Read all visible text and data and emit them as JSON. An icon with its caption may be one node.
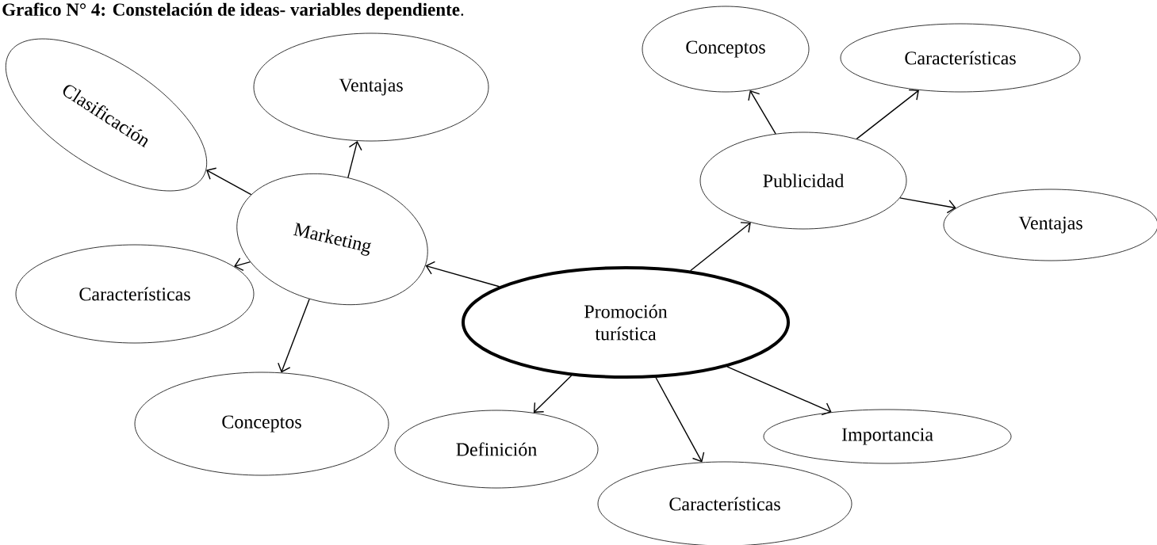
{
  "diagram": {
    "title": "**Grafico N° 4: Constelación de ideas- variables dependiente**.",
    "nodes": [
      {
        "text": [
          "Conceptos"
        ]
      },
      {
        "text": [
          "Características"
        ]
      },
      {
        "text": [
          "Ventajas"
        ]
      },
      {
        "text": [
          "Clasificación"
        ]
      },
      {
        "text": [
          "Publicidad"
        ]
      },
      {
        "text": [
          "Ventajas"
        ]
      },
      {
        "text": [
          "Marketing"
        ]
      },
      {
        "text": [
          "Características"
        ]
      },
      {
        "text": [
          "Promoción turística"
        ]
      },
      {
        "text": [
          "Conceptos"
        ]
      },
      {
        "text": [
          "Importancia"
        ]
      },
      {
        "text": [
          "Definición"
        ]
      },
      {
        "text": [
          "Características"
        ]
      }
    ],
    "edges": [
      {
        "from": 8,
        "to": 6,
        "arrow": "to"
      },
      {
        "from": 8,
        "to": 4,
        "arrow": "to"
      },
      {
        "from": 8,
        "to": 11,
        "arrow": "to"
      },
      {
        "from": 8,
        "to": 12,
        "arrow": "to"
      },
      {
        "from": 8,
        "to": 10,
        "arrow": "to"
      },
      {
        "from": 6,
        "to": 3,
        "arrow": "to"
      },
      {
        "from": 6,
        "to": 2,
        "arrow": "to"
      },
      {
        "from": 6,
        "to": 7,
        "arrow": "to"
      },
      {
        "from": 6,
        "to": 9,
        "arrow": "to"
      },
      {
        "from": 4,
        "to": 0,
        "arrow": "to"
      },
      {
        "from": 4,
        "to": 1,
        "arrow": "to"
      },
      {
        "from": 4,
        "to": 5,
        "arrow": "to"
      }
    ]
  }
}
